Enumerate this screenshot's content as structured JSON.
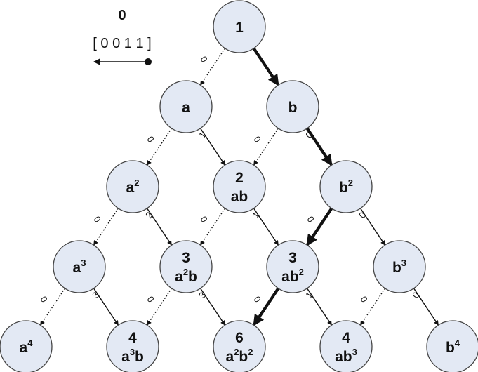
{
  "legend": {
    "title": "0",
    "vector": "[ 0 0 1 1 ]"
  },
  "nodes": [
    {
      "id": "n00",
      "row": 0,
      "col": 0,
      "count": "1",
      "term": []
    },
    {
      "id": "n10",
      "row": 1,
      "col": 0,
      "count": "",
      "term": [
        {
          "t": "a"
        }
      ]
    },
    {
      "id": "n11",
      "row": 1,
      "col": 1,
      "count": "",
      "term": [
        {
          "t": "b"
        }
      ]
    },
    {
      "id": "n20",
      "row": 2,
      "col": 0,
      "count": "",
      "term": [
        {
          "t": "a"
        },
        {
          "t": "2",
          "sup": true
        }
      ]
    },
    {
      "id": "n21",
      "row": 2,
      "col": 1,
      "count": "2",
      "term": [
        {
          "t": "ab"
        }
      ]
    },
    {
      "id": "n22",
      "row": 2,
      "col": 2,
      "count": "",
      "term": [
        {
          "t": "b"
        },
        {
          "t": "2",
          "sup": true
        }
      ]
    },
    {
      "id": "n30",
      "row": 3,
      "col": 0,
      "count": "",
      "term": [
        {
          "t": "a"
        },
        {
          "t": "3",
          "sup": true
        }
      ]
    },
    {
      "id": "n31",
      "row": 3,
      "col": 1,
      "count": "3",
      "term": [
        {
          "t": "a"
        },
        {
          "t": "2",
          "sup": true
        },
        {
          "t": "b"
        }
      ]
    },
    {
      "id": "n32",
      "row": 3,
      "col": 2,
      "count": "3",
      "term": [
        {
          "t": "ab"
        },
        {
          "t": "2",
          "sup": true
        }
      ]
    },
    {
      "id": "n33",
      "row": 3,
      "col": 3,
      "count": "",
      "term": [
        {
          "t": "b"
        },
        {
          "t": "3",
          "sup": true
        }
      ]
    },
    {
      "id": "n40",
      "row": 4,
      "col": 0,
      "count": "",
      "term": [
        {
          "t": "a"
        },
        {
          "t": "4",
          "sup": true
        }
      ]
    },
    {
      "id": "n41",
      "row": 4,
      "col": 1,
      "count": "4",
      "term": [
        {
          "t": "a"
        },
        {
          "t": "3",
          "sup": true
        },
        {
          "t": "b"
        }
      ]
    },
    {
      "id": "n42",
      "row": 4,
      "col": 2,
      "count": "6",
      "term": [
        {
          "t": "a"
        },
        {
          "t": "2",
          "sup": true
        },
        {
          "t": "b"
        },
        {
          "t": "2",
          "sup": true
        }
      ]
    },
    {
      "id": "n43",
      "row": 4,
      "col": 3,
      "count": "4",
      "term": [
        {
          "t": "ab"
        },
        {
          "t": "3",
          "sup": true
        }
      ]
    },
    {
      "id": "n44",
      "row": 4,
      "col": 4,
      "count": "",
      "term": [
        {
          "t": "b"
        },
        {
          "t": "4",
          "sup": true
        }
      ]
    }
  ],
  "edges": [
    {
      "from": "n00",
      "to": "n10",
      "style": "dotted",
      "label": "0"
    },
    {
      "from": "n00",
      "to": "n11",
      "style": "bold",
      "label": ""
    },
    {
      "from": "n10",
      "to": "n20",
      "style": "dotted",
      "label": "0"
    },
    {
      "from": "n10",
      "to": "n21",
      "style": "solid",
      "label": "1"
    },
    {
      "from": "n11",
      "to": "n21",
      "style": "dotted",
      "label": "0"
    },
    {
      "from": "n11",
      "to": "n22",
      "style": "bold",
      "label": "0"
    },
    {
      "from": "n20",
      "to": "n30",
      "style": "dotted",
      "label": "0"
    },
    {
      "from": "n20",
      "to": "n31",
      "style": "solid",
      "label": "2"
    },
    {
      "from": "n21",
      "to": "n31",
      "style": "dotted",
      "label": "0"
    },
    {
      "from": "n21",
      "to": "n32",
      "style": "solid",
      "label": "1"
    },
    {
      "from": "n22",
      "to": "n32",
      "style": "bold",
      "label": "0"
    },
    {
      "from": "n22",
      "to": "n33",
      "style": "solid",
      "label": "0"
    },
    {
      "from": "n30",
      "to": "n40",
      "style": "dotted",
      "label": "0"
    },
    {
      "from": "n30",
      "to": "n41",
      "style": "solid",
      "label": "3"
    },
    {
      "from": "n31",
      "to": "n41",
      "style": "dotted",
      "label": "0"
    },
    {
      "from": "n31",
      "to": "n42",
      "style": "solid",
      "label": "3"
    },
    {
      "from": "n32",
      "to": "n42",
      "style": "bold",
      "label": "0"
    },
    {
      "from": "n32",
      "to": "n43",
      "style": "solid",
      "label": "1"
    },
    {
      "from": "n33",
      "to": "n43",
      "style": "dotted",
      "label": "0"
    },
    {
      "from": "n33",
      "to": "n44",
      "style": "solid",
      "label": "0"
    }
  ],
  "colors": {
    "node_fill": "#e3e9f4",
    "node_stroke": "#444444",
    "edge": "#111111"
  }
}
